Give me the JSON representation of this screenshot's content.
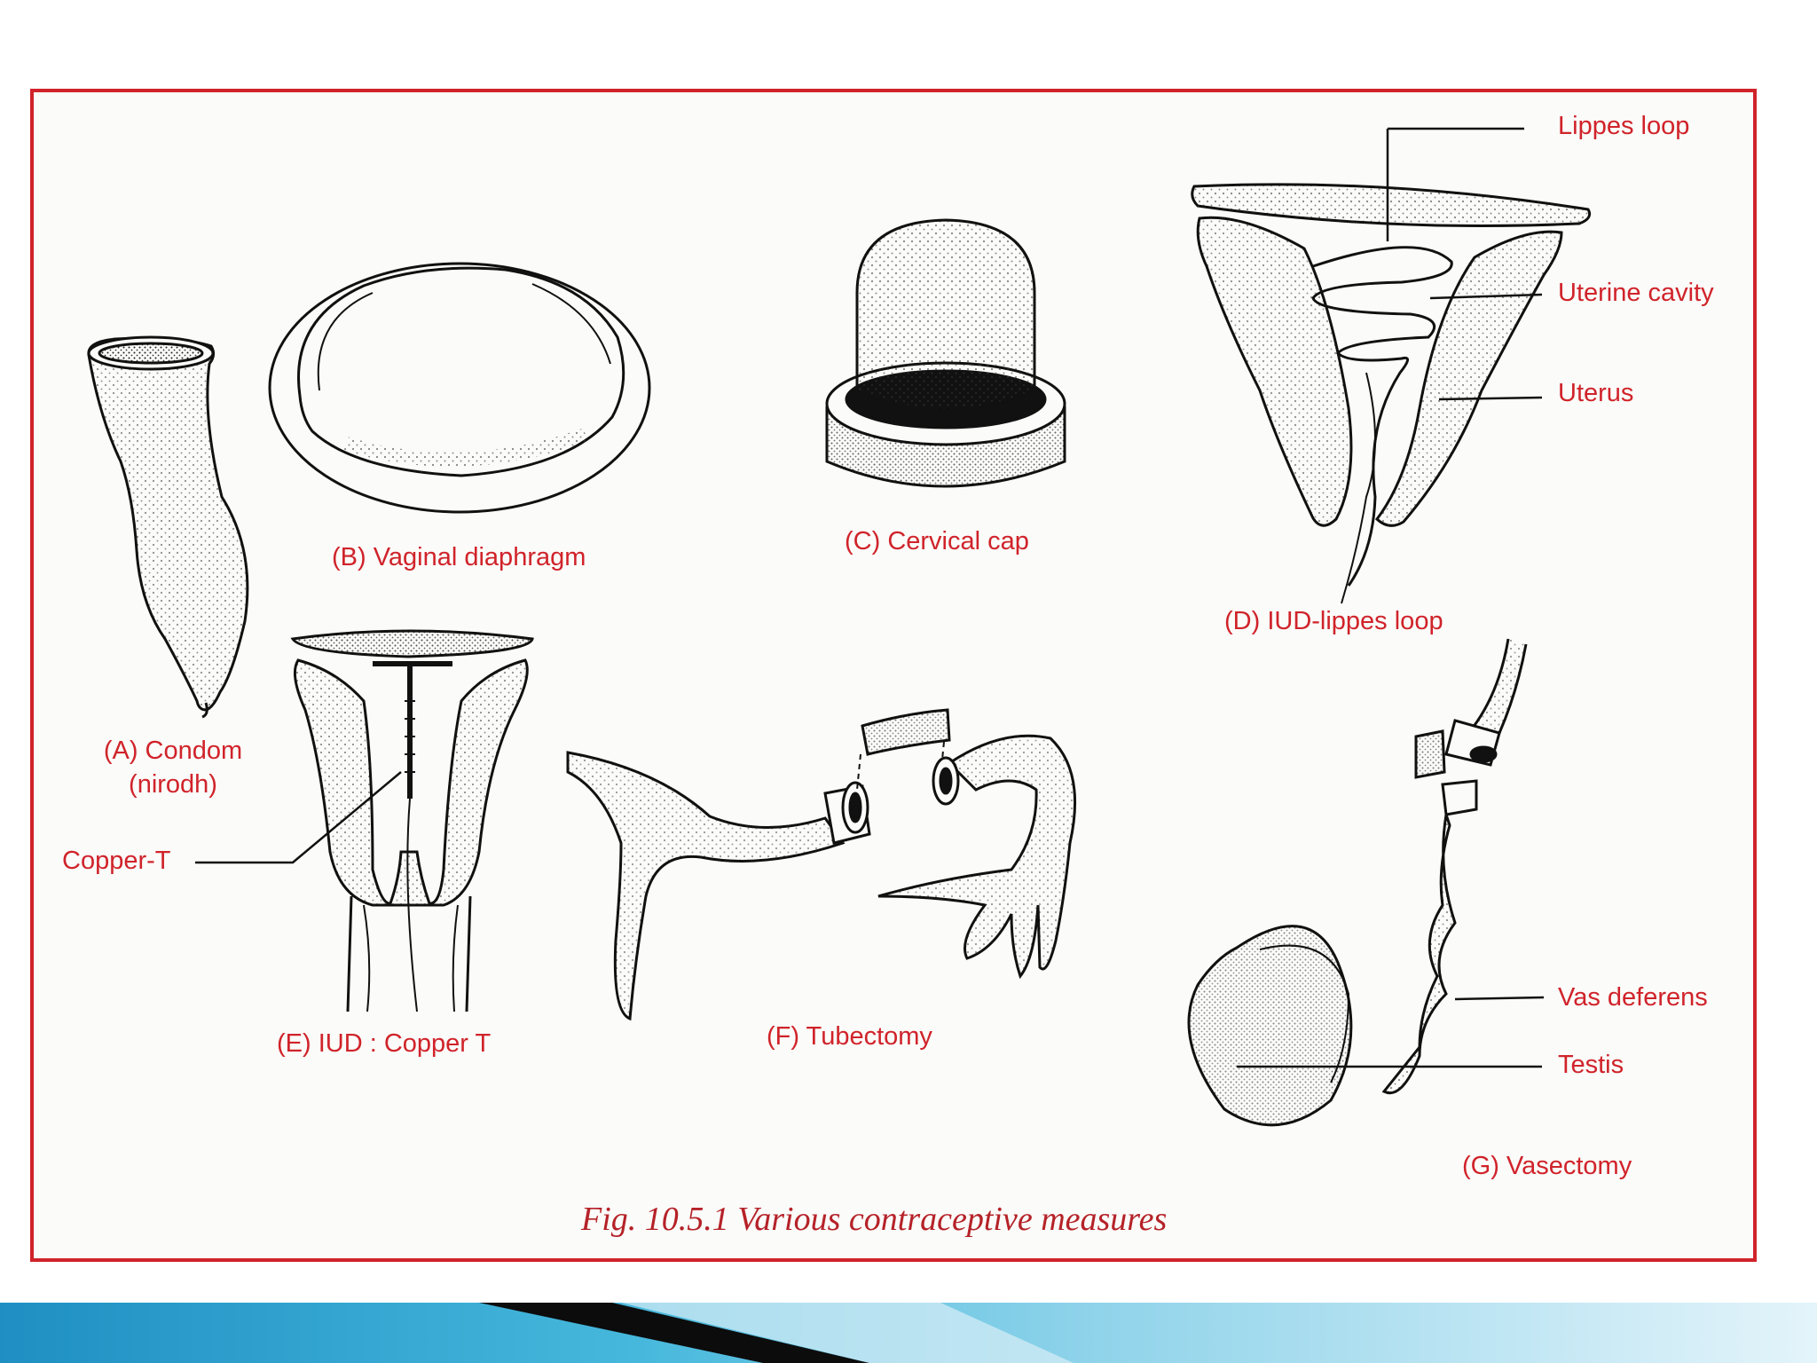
{
  "labels": {
    "condom": "(A) Condom",
    "condom_sub": "(nirodh)",
    "diaphragm": "(B) Vaginal diaphragm",
    "cervical_cap": "(C) Cervical cap",
    "iud_lippes": "(D) IUD-lippes loop",
    "lippes_loop": "Lippes loop",
    "uterine_cavity": "Uterine cavity",
    "uterus": "Uterus",
    "copper_t": "Copper-T",
    "iud_copper_t": "(E) IUD : Copper T",
    "tubectomy": "(F) Tubectomy",
    "vas_deferens": "Vas deferens",
    "testis": "Testis",
    "vasectomy": "(G) Vasectomy"
  },
  "caption": "Fig. 10.5.1 Various contraceptive measures",
  "colors": {
    "label_red": "#d0232a",
    "frame_red": "#d0232a",
    "caption_red": "#b52228",
    "ink": "#111111",
    "bar_blue": "#3fb2d9",
    "bar_dark": "#0c0c0c"
  }
}
